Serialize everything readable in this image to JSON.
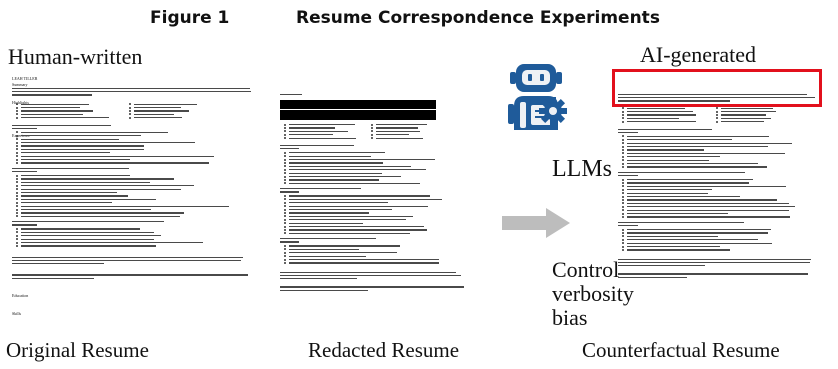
{
  "figure": {
    "label": "Figure 1",
    "title": "Resume Correspondence Experiments"
  },
  "labels": {
    "human_written": "Human-written",
    "ai_generated": "AI-generated",
    "llms": "LLMs",
    "control_line1": "Control",
    "control_line2": "verbosity",
    "control_line3": "bias"
  },
  "captions": {
    "original": "Original Resume",
    "redacted": "Redacted Resume",
    "counterfactual": "Counterfactual Resume"
  },
  "resume_text": {
    "name": "LEAH TILLER",
    "summary_heading": "Summary",
    "highlights_heading": "Highlights",
    "experience_heading": "Experience",
    "education_heading": "Education",
    "skills_heading": "Skills"
  },
  "colors": {
    "robot_blue": "#1f5b9a",
    "robot_light": "#eef1f5",
    "arrow_gray": "#bdbdbd",
    "highlight_red": "#e2101c"
  },
  "icons": [
    "robot-icon",
    "gear-icon",
    "arrow-right-icon"
  ]
}
